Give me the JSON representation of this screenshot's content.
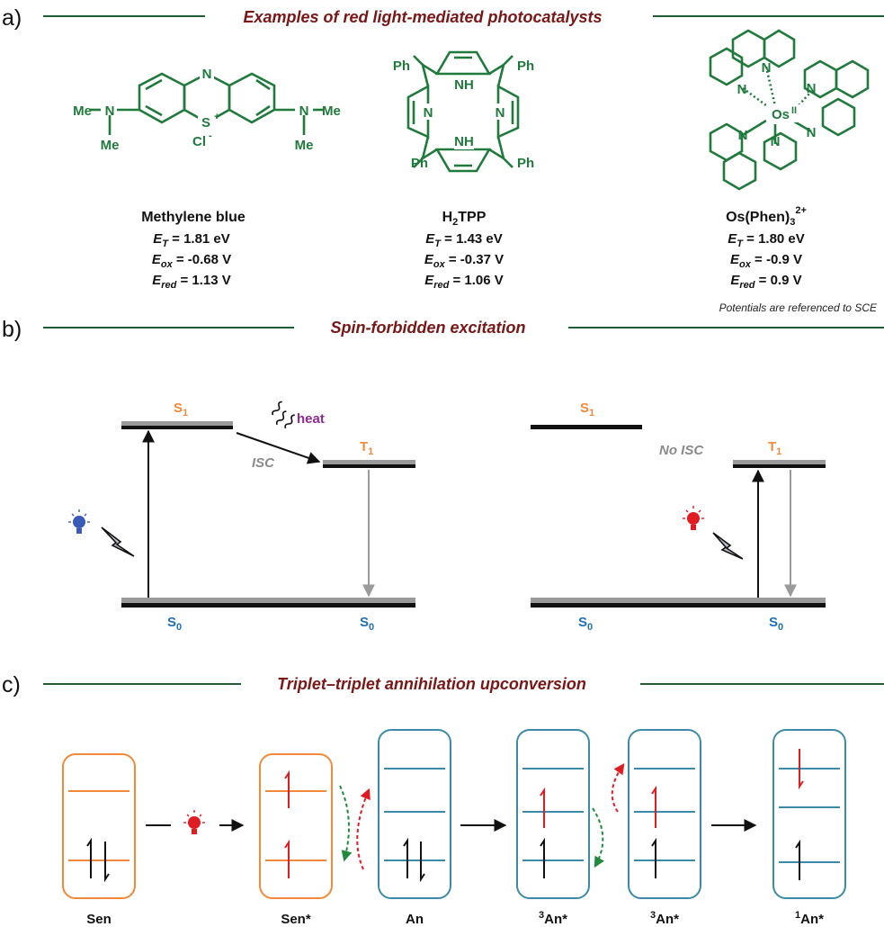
{
  "panel_a": {
    "label": "a)",
    "title": "Examples of red light-mediated photocatalysts",
    "note": "Potentials are referenced to SCE",
    "catalysts": [
      {
        "name": "Methylene blue",
        "et_label": "E",
        "et_sub": "T",
        "et_value": " = 1.81 eV",
        "eox_label": "E",
        "eox_sub": "ox",
        "eox_value": " = -0.68 V",
        "ered_label": "E",
        "ered_sub": "red",
        "ered_value": " = 1.13 V",
        "structure_labels": {
          "n_top": "N",
          "s": "S",
          "s_charge": "+",
          "cl": "Cl",
          "cl_charge": "-",
          "n_left": "N",
          "n_right": "N",
          "me": "Me"
        }
      },
      {
        "name_main": "H",
        "name_sub": "2",
        "name_rest": "TPP",
        "et_label": "E",
        "et_sub": "T",
        "et_value": " = 1.43 eV",
        "eox_label": "E",
        "eox_sub": "ox",
        "eox_value": " = -0.37 V",
        "ered_label": "E",
        "ered_sub": "red",
        "ered_value": " = 1.06 V",
        "structure_labels": {
          "ph": "Ph",
          "nh": "NH",
          "n": "N"
        }
      },
      {
        "name_main": "Os(Phen)",
        "name_sub": "3",
        "name_sup": "2+",
        "et_label": "E",
        "et_sub": "T",
        "et_value": " = 1.80 eV",
        "eox_label": "E",
        "eox_sub": "ox",
        "eox_value": " = -0.9 V",
        "ered_label": "E",
        "ered_sub": "red",
        "ered_value": " = 0.9 V",
        "structure_labels": {
          "os": "Os",
          "os_ox": "II",
          "n": "N"
        }
      }
    ]
  },
  "panel_b": {
    "label": "b)",
    "title": "Spin-forbidden excitation",
    "left": {
      "s1": "S",
      "t1": "T",
      "s0a": "S",
      "s0b": "S",
      "isc": "ISC",
      "heat": "heat",
      "sub1": "1",
      "sub0": "0"
    },
    "right": {
      "s1": "S",
      "t1": "T",
      "s0a": "S",
      "s0b": "S",
      "no_isc": "No ISC",
      "sub1": "1",
      "sub0": "0"
    }
  },
  "panel_c": {
    "label": "c)",
    "title": "Triplet–triplet annihilation upconversion",
    "boxes": [
      {
        "label": "Sen"
      },
      {
        "label": "Sen*"
      },
      {
        "label": "An"
      },
      {
        "sup": "3",
        "label": "An*"
      },
      {
        "sup": "3",
        "label": "An*"
      },
      {
        "sup": "1",
        "label": "An*"
      }
    ]
  },
  "colors": {
    "structure_green": "#1f7a3c",
    "title_red": "#7a1616",
    "orange": "#f08a3a",
    "blue": "#1f6fb5",
    "box_blue": "#3d8aa8",
    "spin_red": "#e11b22",
    "bulb_blue": "#3a5ab8",
    "bulb_red": "#e11b22"
  }
}
